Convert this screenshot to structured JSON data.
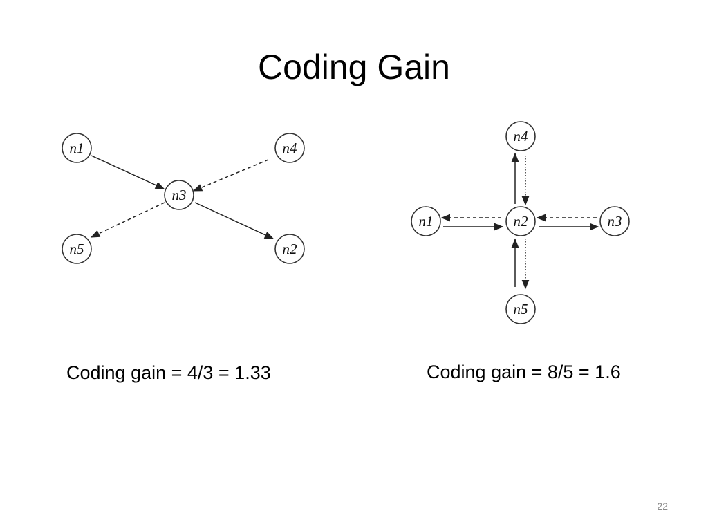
{
  "slide": {
    "title": "Coding Gain",
    "page_number": "22"
  },
  "left_diagram": {
    "nodes": [
      "n1",
      "n4",
      "n3",
      "n5",
      "n2"
    ],
    "caption": "Coding gain = 4/3 = 1.33"
  },
  "right_diagram": {
    "nodes": [
      "n4",
      "n1",
      "n2",
      "n3",
      "n5"
    ],
    "caption": "Coding gain = 8/5 = 1.6"
  }
}
